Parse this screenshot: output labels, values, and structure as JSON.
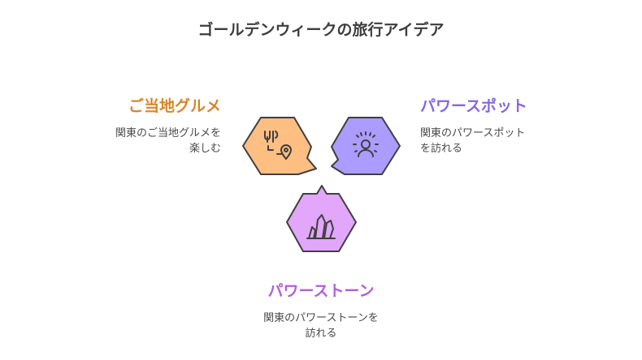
{
  "title": "ゴールデンウィークの旅行アイデア",
  "items": [
    {
      "heading": "ご当地グルメ",
      "desc_lines": [
        "関東のご当地グルメを",
        "楽しむ"
      ],
      "icon": "utensils-location-icon",
      "color": "#d5862c",
      "fill": "#ffbf83"
    },
    {
      "heading": "パワースポット",
      "desc_lines": [
        "関東のパワースポット",
        "を訪れる"
      ],
      "icon": "person-aura-icon",
      "color": "#8566e0",
      "fill": "#ac9cff"
    },
    {
      "heading": "パワーストーン",
      "desc_lines": [
        "関東のパワーストーンを",
        "訪れる"
      ],
      "icon": "crystals-icon",
      "color": "#b45ed8",
      "fill": "#e2a6fb"
    }
  ]
}
